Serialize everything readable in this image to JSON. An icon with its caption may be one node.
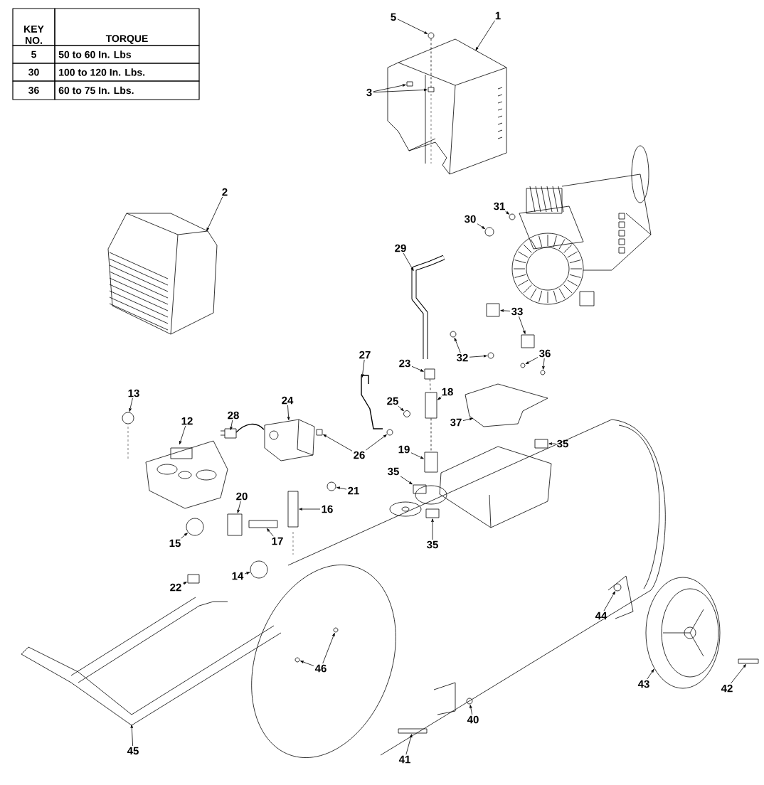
{
  "diagram": {
    "nodes": [
      {
        "text": [
          "1"
        ]
      },
      {
        "text": [
          "5"
        ]
      },
      {
        "text": [
          "3"
        ]
      },
      {
        "text": [
          "2"
        ]
      },
      {
        "text": [
          "31"
        ]
      },
      {
        "text": [
          "30"
        ]
      },
      {
        "text": [
          "29"
        ]
      },
      {
        "text": [
          "33"
        ]
      },
      {
        "text": [
          "36"
        ]
      },
      {
        "text": [
          "27"
        ]
      },
      {
        "text": [
          "32"
        ]
      },
      {
        "text": [
          "23"
        ]
      },
      {
        "text": [
          "18"
        ]
      },
      {
        "text": [
          "13"
        ]
      },
      {
        "text": [
          "24"
        ]
      },
      {
        "text": [
          "25"
        ]
      },
      {
        "text": [
          "28"
        ]
      },
      {
        "text": [
          "12"
        ]
      },
      {
        "text": [
          "37"
        ]
      },
      {
        "text": [
          "35"
        ]
      },
      {
        "text": [
          "19"
        ]
      },
      {
        "text": [
          "26"
        ]
      },
      {
        "text": [
          "35"
        ]
      },
      {
        "text": [
          "21"
        ]
      },
      {
        "text": [
          "20"
        ]
      },
      {
        "text": [
          "16"
        ]
      },
      {
        "text": [
          "17"
        ]
      },
      {
        "text": [
          "15"
        ]
      },
      {
        "text": [
          "35"
        ]
      },
      {
        "text": [
          "14"
        ]
      },
      {
        "text": [
          "22"
        ]
      },
      {
        "text": [
          "44"
        ]
      },
      {
        "text": [
          "46"
        ]
      },
      {
        "text": [
          "43"
        ]
      },
      {
        "text": [
          "42"
        ]
      },
      {
        "text": [
          "40"
        ]
      },
      {
        "text": [
          "45"
        ]
      },
      {
        "text": [
          "41"
        ]
      },
      {
        "text": [],
        "shape": "picture"
      },
      {
        "text": [],
        "shape": "circle"
      },
      {
        "text": [],
        "shape": "box",
        "in": 38
      },
      {
        "text": [],
        "shape": "box",
        "in": 38
      },
      {
        "text": [],
        "shape": "picture"
      },
      {
        "text": [],
        "shape": "circle"
      },
      {
        "text": [],
        "shape": "circle"
      },
      {
        "text": [],
        "shape": "picture"
      },
      {
        "text": [],
        "shape": "box"
      },
      {
        "text": [],
        "shape": "box"
      },
      {
        "text": [],
        "shape": "circle"
      },
      {
        "text": [],
        "shape": "circle"
      },
      {
        "text": [],
        "shape": "picture"
      },
      {
        "text": [],
        "shape": "circle"
      },
      {
        "text": [],
        "shape": "circle"
      },
      {
        "text": [],
        "shape": "box"
      },
      {
        "text": [],
        "shape": "box"
      },
      {
        "text": [],
        "shape": "circle"
      },
      {
        "text": [],
        "shape": "picture"
      },
      {
        "text": [],
        "shape": "circle"
      },
      {
        "text": [],
        "shape": "picture"
      },
      {
        "text": [],
        "shape": "picture"
      },
      {
        "text": [],
        "shape": "picture"
      },
      {
        "text": [],
        "shape": "box"
      },
      {
        "text": [],
        "shape": "box"
      },
      {
        "text": [],
        "shape": "box"
      },
      {
        "text": [],
        "shape": "circle"
      },
      {
        "text": [],
        "shape": "box"
      },
      {
        "text": [],
        "shape": "circle"
      },
      {
        "text": [],
        "shape": "box"
      },
      {
        "text": [],
        "shape": "box"
      },
      {
        "text": [],
        "shape": "box"
      },
      {
        "text": [],
        "shape": "circle"
      },
      {
        "text": [],
        "shape": "box"
      },
      {
        "text": [],
        "shape": "circle"
      },
      {
        "text": [],
        "shape": "box"
      },
      {
        "text": [],
        "shape": "circle"
      },
      {
        "text": [],
        "shape": "circle"
      },
      {
        "text": [],
        "shape": "circle"
      },
      {
        "text": [],
        "shape": "picture"
      },
      {
        "text": [],
        "shape": "box"
      },
      {
        "text": [],
        "shape": "circle"
      },
      {
        "text": [],
        "shape": "picture"
      },
      {
        "text": [],
        "shape": "box"
      }
    ],
    "edges": [
      {
        "from": 0,
        "to": 38,
        "arrow": "to"
      },
      {
        "from": 1,
        "to": 39,
        "arrow": "to"
      },
      {
        "from": 2,
        "to": 40,
        "arrow": "to"
      },
      {
        "from": 2,
        "to": 41,
        "arrow": "to"
      },
      {
        "from": 3,
        "to": 42,
        "arrow": "to"
      },
      {
        "from": 4,
        "to": 43,
        "arrow": "to"
      },
      {
        "from": 5,
        "to": 44,
        "arrow": "to"
      },
      {
        "from": 6,
        "to": 45,
        "arrow": "to"
      },
      {
        "from": 7,
        "to": 46,
        "arrow": "to"
      },
      {
        "from": 7,
        "to": 47,
        "arrow": "to"
      },
      {
        "from": 8,
        "to": 48,
        "arrow": "to"
      },
      {
        "from": 8,
        "to": 49,
        "arrow": "to"
      },
      {
        "from": 9,
        "to": 50,
        "arrow": "to"
      },
      {
        "from": 10,
        "to": 51,
        "arrow": "to"
      },
      {
        "from": 10,
        "to": 52,
        "arrow": "to"
      },
      {
        "from": 11,
        "to": 53,
        "arrow": "to"
      },
      {
        "from": 12,
        "to": 54,
        "arrow": "to"
      },
      {
        "from": 13,
        "to": 55,
        "arrow": "to"
      },
      {
        "from": 14,
        "to": 56,
        "arrow": "to"
      },
      {
        "from": 15,
        "to": 57,
        "arrow": "to"
      },
      {
        "from": 16,
        "to": 58,
        "arrow": "to"
      },
      {
        "from": 17,
        "to": 59,
        "arrow": "to"
      },
      {
        "from": 18,
        "to": 60,
        "arrow": "to"
      },
      {
        "from": 19,
        "to": 61,
        "arrow": "to"
      },
      {
        "from": 20,
        "to": 62,
        "arrow": "to"
      },
      {
        "from": 21,
        "to": 63,
        "arrow": "to"
      },
      {
        "from": 21,
        "to": 64,
        "arrow": "to"
      },
      {
        "from": 22,
        "to": 65,
        "arrow": "to"
      },
      {
        "from": 23,
        "to": 66,
        "arrow": "to"
      },
      {
        "from": 24,
        "to": 67,
        "arrow": "to"
      },
      {
        "from": 25,
        "to": 68,
        "arrow": "to"
      },
      {
        "from": 26,
        "to": 69,
        "arrow": "to"
      },
      {
        "from": 27,
        "to": 70,
        "arrow": "to"
      },
      {
        "from": 28,
        "to": 71,
        "arrow": "to"
      },
      {
        "from": 29,
        "to": 72,
        "arrow": "to"
      },
      {
        "from": 30,
        "to": 73,
        "arrow": "to"
      },
      {
        "from": 31,
        "to": 74,
        "arrow": "to"
      },
      {
        "from": 32,
        "to": 75,
        "arrow": "to"
      },
      {
        "from": 32,
        "to": 76,
        "arrow": "to"
      },
      {
        "from": 33,
        "to": 77,
        "arrow": "to"
      },
      {
        "from": 34,
        "to": 78,
        "arrow": "to"
      },
      {
        "from": 35,
        "to": 79,
        "arrow": "to"
      },
      {
        "from": 36,
        "to": 80,
        "arrow": "to"
      },
      {
        "from": 37,
        "to": 81,
        "arrow": "to"
      },
      {
        "from": 39,
        "to": 41,
        "arrow": "none",
        "style": "dashed"
      },
      {
        "from": 53,
        "to": 54,
        "arrow": "none",
        "style": "dashed"
      },
      {
        "from": 54,
        "to": 62,
        "arrow": "none",
        "style": "dashed"
      }
    ],
    "labels": [
      "KEY NO.",
      "TORQUE",
      "5",
      "50 to 60 In. Lbs",
      "30",
      "100 to 120 In. Lbs.",
      "36",
      "60 to 75 In. Lbs."
    ]
  }
}
